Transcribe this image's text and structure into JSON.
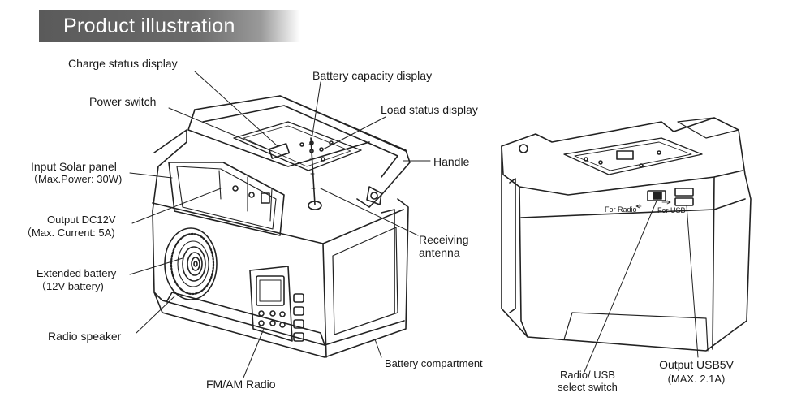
{
  "header": {
    "title": "Product illustration"
  },
  "labels": {
    "charge_status": "Charge status display",
    "battery_capacity": "Battery capacity display",
    "power_switch": "Power switch",
    "load_status": "Load status display",
    "solar_line1": "Input Solar panel",
    "solar_line2": "（Max.Power: 30W)",
    "handle": "Handle",
    "dc_line1": "Output DC12V",
    "dc_line2": "（Max.  Current: 5A)",
    "antenna_line1": "Receiving",
    "antenna_line2": "antenna",
    "ext_line1": "Extended battery",
    "ext_line2": "（12V battery)",
    "radio_speaker": "Radio speaker",
    "battery_compartment": "Battery compartment",
    "fm_am": "FM/AM Radio",
    "for_radio": "For Radio",
    "for_usb": "For USB",
    "switch_line1": "Radio/ USB",
    "switch_line2": "select switch",
    "usb_line1": "Output USB5V",
    "usb_line2": "(MAX. 2.1A)"
  }
}
